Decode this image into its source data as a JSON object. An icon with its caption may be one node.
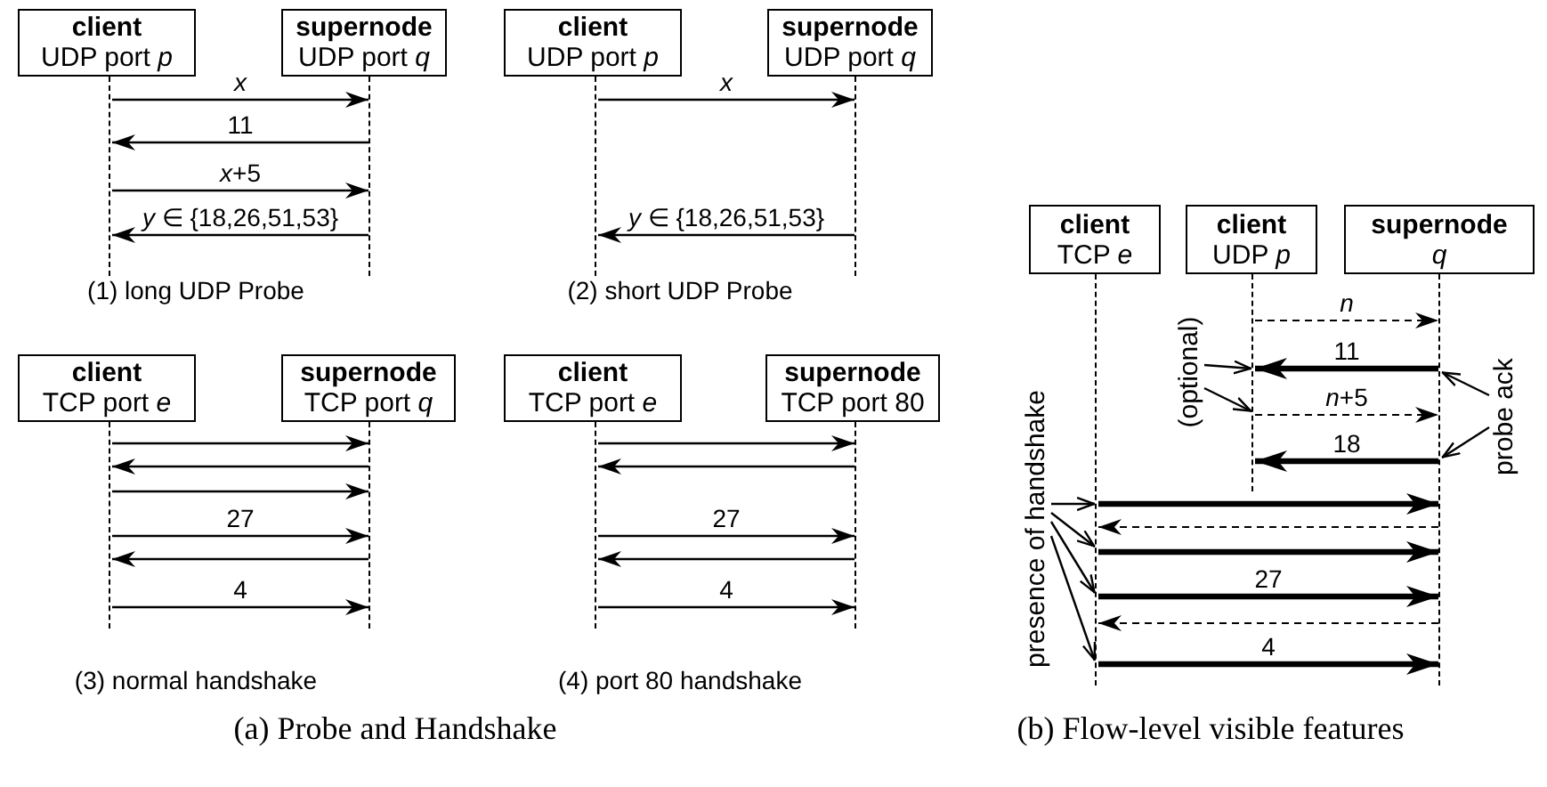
{
  "diagram": {
    "nodes": [
      {
        "text": [
          "client",
          "UDP port *p*"
        ]
      },
      {
        "text": [
          "supernode",
          "UDP port *q*"
        ]
      },
      {
        "text": [],
        "shape": "line"
      },
      {
        "text": [],
        "shape": "line"
      },
      {
        "text": [
          "client",
          "UDP port *p*"
        ]
      },
      {
        "text": [
          "supernode",
          "UDP port *q*"
        ]
      },
      {
        "text": [],
        "shape": "line"
      },
      {
        "text": [],
        "shape": "line"
      },
      {
        "text": [
          "client",
          "TCP port *e*"
        ]
      },
      {
        "text": [
          "supernode",
          "TCP port *q*"
        ]
      },
      {
        "text": [],
        "shape": "line"
      },
      {
        "text": [],
        "shape": "line"
      },
      {
        "text": [
          "client",
          "TCP port *e*"
        ]
      },
      {
        "text": [
          "supernode",
          "TCP port 80"
        ]
      },
      {
        "text": [],
        "shape": "line"
      },
      {
        "text": [],
        "shape": "line"
      },
      {
        "text": [
          "client",
          "TCP *e*"
        ]
      },
      {
        "text": [
          "client",
          "UDP *p*"
        ]
      },
      {
        "text": [
          "supernode",
          "*q*"
        ]
      },
      {
        "text": [],
        "shape": "line"
      },
      {
        "text": [],
        "shape": "line"
      },
      {
        "text": [],
        "shape": "line"
      },
      {
        "text": [
          "(optional)"
        ]
      },
      {
        "text": [
          "probe ack"
        ]
      },
      {
        "text": [
          "presence of handshake"
        ]
      }
    ],
    "edges": [
      {
        "from": 2,
        "to": 3,
        "arrow": "to",
        "label": "*x*"
      },
      {
        "from": 3,
        "to": 2,
        "arrow": "to",
        "label": "11"
      },
      {
        "from": 2,
        "to": 3,
        "arrow": "to",
        "label": "*x*+5"
      },
      {
        "from": 3,
        "to": 2,
        "arrow": "to",
        "label": "*y* ∈ {18,26,51,53}"
      },
      {
        "from": 6,
        "to": 7,
        "arrow": "to",
        "label": "*x*"
      },
      {
        "from": 7,
        "to": 6,
        "arrow": "to",
        "label": "*y* ∈ {18,26,51,53}"
      },
      {
        "from": 10,
        "to": 11,
        "arrow": "to"
      },
      {
        "from": 11,
        "to": 10,
        "arrow": "to"
      },
      {
        "from": 10,
        "to": 11,
        "arrow": "to"
      },
      {
        "from": 10,
        "to": 11,
        "arrow": "to",
        "label": "27"
      },
      {
        "from": 11,
        "to": 10,
        "arrow": "to"
      },
      {
        "from": 10,
        "to": 11,
        "arrow": "to",
        "label": "4"
      },
      {
        "from": 14,
        "to": 15,
        "arrow": "to"
      },
      {
        "from": 15,
        "to": 14,
        "arrow": "to"
      },
      {
        "from": 14,
        "to": 15,
        "arrow": "to",
        "label": "27"
      },
      {
        "from": 15,
        "to": 14,
        "arrow": "to"
      },
      {
        "from": 14,
        "to": 15,
        "arrow": "to",
        "label": "4"
      },
      {
        "from": 20,
        "to": 21,
        "arrow": "to",
        "label": "*n*",
        "style": "dashed"
      },
      {
        "from": 21,
        "to": 20,
        "arrow": "to",
        "label": "11",
        "style": "thick"
      },
      {
        "from": 20,
        "to": 21,
        "arrow": "to",
        "label": "*n*+5",
        "style": "dashed"
      },
      {
        "from": 21,
        "to": 20,
        "arrow": "to",
        "label": "18",
        "style": "thick"
      },
      {
        "from": 19,
        "to": 21,
        "arrow": "to",
        "style": "thick"
      },
      {
        "from": 21,
        "to": 19,
        "arrow": "to",
        "style": "dashed"
      },
      {
        "from": 19,
        "to": 21,
        "arrow": "to",
        "style": "thick"
      },
      {
        "from": 19,
        "to": 21,
        "arrow": "to",
        "label": "27",
        "style": "thick"
      },
      {
        "from": 21,
        "to": 19,
        "arrow": "to",
        "style": "dashed"
      },
      {
        "from": 19,
        "to": 21,
        "arrow": "to",
        "label": "4",
        "style": "thick"
      },
      {
        "from": 22,
        "to": 20,
        "arrow": "to"
      },
      {
        "from": 22,
        "to": 20,
        "arrow": "to"
      },
      {
        "from": 23,
        "to": 21,
        "arrow": "to"
      },
      {
        "from": 23,
        "to": 21,
        "arrow": "to"
      },
      {
        "from": 24,
        "to": 19,
        "arrow": "to"
      },
      {
        "from": 24,
        "to": 19,
        "arrow": "to"
      },
      {
        "from": 24,
        "to": 19,
        "arrow": "to"
      },
      {
        "from": 24,
        "to": 19,
        "arrow": "to"
      }
    ],
    "labels": [
      "(1) long UDP Probe",
      "(2) short UDP Probe",
      "(3) normal handshake",
      "(4) port 80 handshake",
      "(a) Probe and Handshake",
      "(b) Flow-level visible features"
    ]
  }
}
